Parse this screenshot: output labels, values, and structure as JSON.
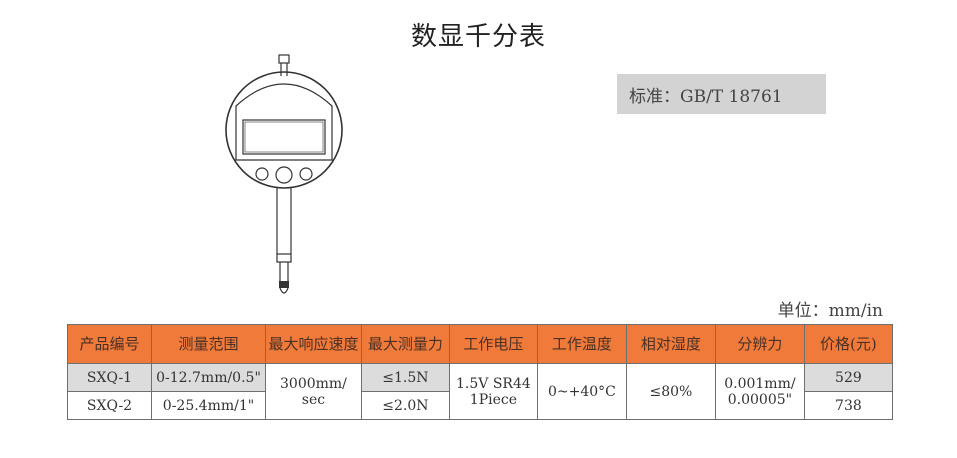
{
  "page": {
    "title": "数显千分表",
    "standard": "标准：GB/T 18761",
    "unit": "单位：mm/in"
  },
  "illustration": {
    "label": "digital-dial-indicator-drawing"
  },
  "table": {
    "headers": [
      "产品编号",
      "测量范围",
      "最大响应速度",
      "最大测量力",
      "工作电压",
      "工作温度",
      "相对湿度",
      "分辨力",
      "价格(元)"
    ],
    "rows": [
      {
        "model": "SXQ-1",
        "range": "0-12.7mm/0.5\"",
        "max_force": "≤1.5N",
        "price": "529"
      },
      {
        "model": "SXQ-2",
        "range": "0-25.4mm/1\"",
        "max_force": "≤2.0N",
        "price": "738"
      }
    ],
    "shared": {
      "max_response_speed": "3000mm/ sec",
      "voltage_line1": "1.5V SR44",
      "voltage_line2": "1Piece",
      "temperature": "0~+40°C",
      "humidity": "≤80%",
      "resolution_line1": "0.001mm/",
      "resolution_line2": "0.00005\""
    }
  },
  "colors": {
    "header_bg": "#f07a3a",
    "row_grey": "#dcdcdc",
    "standard_bg": "#d3d3d3"
  }
}
